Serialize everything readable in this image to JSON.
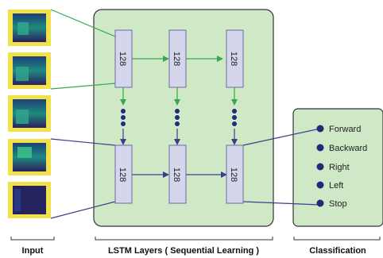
{
  "sections": {
    "input": "Input",
    "lstm": "LSTM Layers ( Sequential Learning )",
    "classification": "Classification"
  },
  "lstm_cells": {
    "top_row": [
      "128",
      "128",
      "128"
    ],
    "bottom_row": [
      "128",
      "128",
      "128"
    ]
  },
  "classes": [
    "Forward",
    "Backward",
    "Right",
    "Left",
    "Stop"
  ],
  "colors": {
    "panel_fill": "#cfe8c6",
    "cell_fill": "#d5d5ec",
    "cell_border": "#6a6aa8",
    "top_arrows": "#3aa64c",
    "bottom_arrows": "#3d3d8f",
    "thumb_border": "#f1e24c"
  }
}
